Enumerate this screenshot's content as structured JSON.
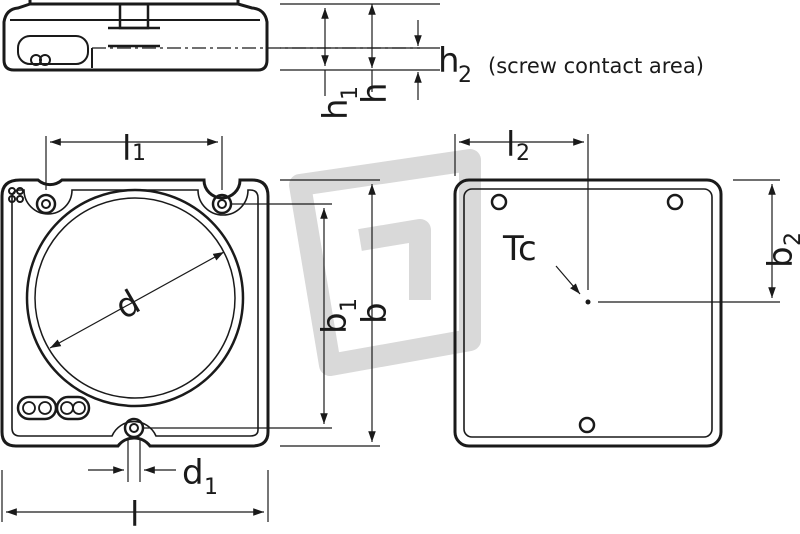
{
  "labels": {
    "h2": "h",
    "h2_sub": "2",
    "h2_note": "(screw contact area)",
    "h1": "h",
    "h1_sub": "1",
    "h": "h",
    "l1": "l",
    "l1_sub": "1",
    "l2": "l",
    "l2_sub": "2",
    "d": "d",
    "b1": "b",
    "b1_sub": "1",
    "b": "b",
    "tc": "Tc",
    "b2": "b",
    "b2_sub": "2",
    "d1": "d",
    "d1_sub": "1",
    "l": "l"
  },
  "colors": {
    "line": "#1a1a1a",
    "watermark": "#d9d9d9",
    "background": "#ffffff"
  }
}
